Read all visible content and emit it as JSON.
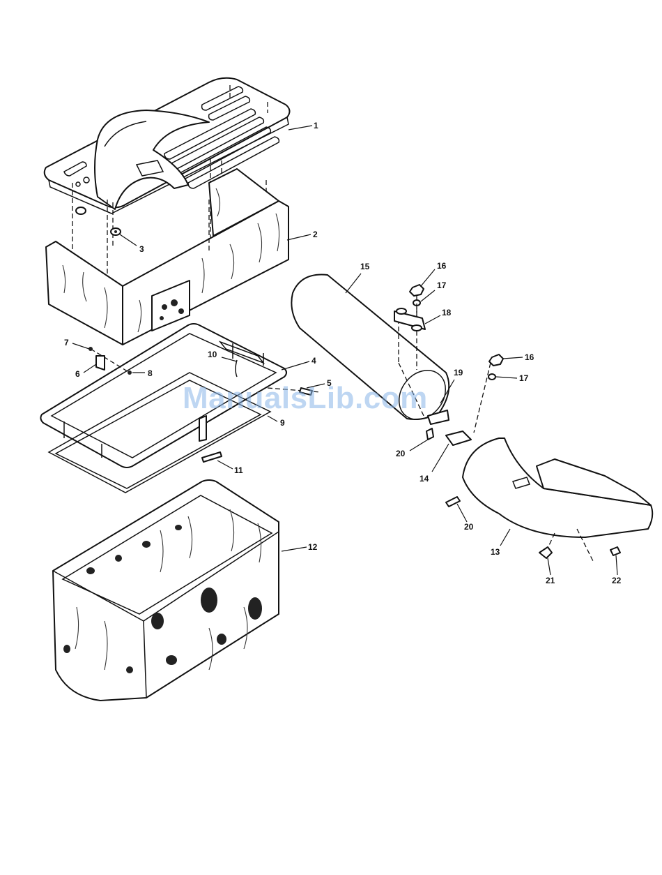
{
  "watermark": "ManualsLib.com",
  "colors": {
    "ink": "#111111",
    "watermark": "#8ab6e8",
    "background": "#ffffff"
  },
  "callouts": [
    {
      "key": "c1",
      "label": "1"
    },
    {
      "key": "c2",
      "label": "2"
    },
    {
      "key": "c3",
      "label": "3"
    },
    {
      "key": "c4",
      "label": "4"
    },
    {
      "key": "c5",
      "label": "5"
    },
    {
      "key": "c6",
      "label": "6"
    },
    {
      "key": "c7",
      "label": "7"
    },
    {
      "key": "c8",
      "label": "8"
    },
    {
      "key": "c9",
      "label": "9"
    },
    {
      "key": "c10",
      "label": "10"
    },
    {
      "key": "c11",
      "label": "11"
    },
    {
      "key": "c12",
      "label": "12"
    },
    {
      "key": "c13",
      "label": "13"
    },
    {
      "key": "c14",
      "label": "14"
    },
    {
      "key": "c15",
      "label": "15"
    },
    {
      "key": "c16a",
      "label": "16"
    },
    {
      "key": "c16b",
      "label": "16"
    },
    {
      "key": "c17a",
      "label": "17"
    },
    {
      "key": "c17b",
      "label": "17"
    },
    {
      "key": "c18",
      "label": "18"
    },
    {
      "key": "c19",
      "label": "19"
    },
    {
      "key": "c20a",
      "label": "20"
    },
    {
      "key": "c20b",
      "label": "20"
    },
    {
      "key": "c21",
      "label": "21"
    },
    {
      "key": "c22",
      "label": "22"
    }
  ]
}
